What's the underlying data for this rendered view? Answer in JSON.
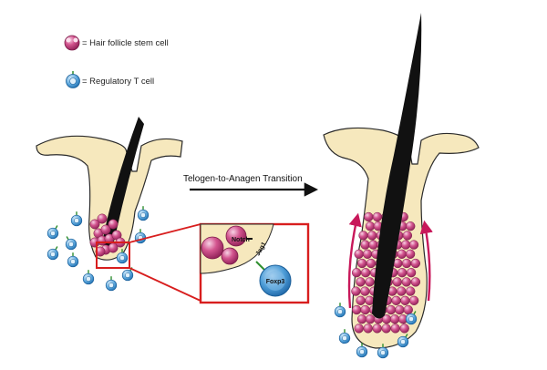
{
  "legend": {
    "stem_cell_label": "= Hair follicle stem cell",
    "treg_label": "= Regulatory T cell"
  },
  "transition": {
    "label": "Telogen-to-Anagen Transition"
  },
  "inset": {
    "notch_label": "Notch",
    "jag1_label": "Jag1",
    "foxp3_label": "Foxp3"
  },
  "colors": {
    "skin": "#f6e8bd",
    "skin_outline": "#2b2b2b",
    "hair_shaft": "#111111",
    "stem_cell_fill": "#c2407c",
    "stem_cell_highlight": "#f5c5dc",
    "treg_outer": "#2f86c8",
    "treg_inner": "#cfe6f7",
    "inset_border": "#d81e1e",
    "growth_arrow": "#c8185a",
    "jag1_bond": "#2f8f2f"
  }
}
